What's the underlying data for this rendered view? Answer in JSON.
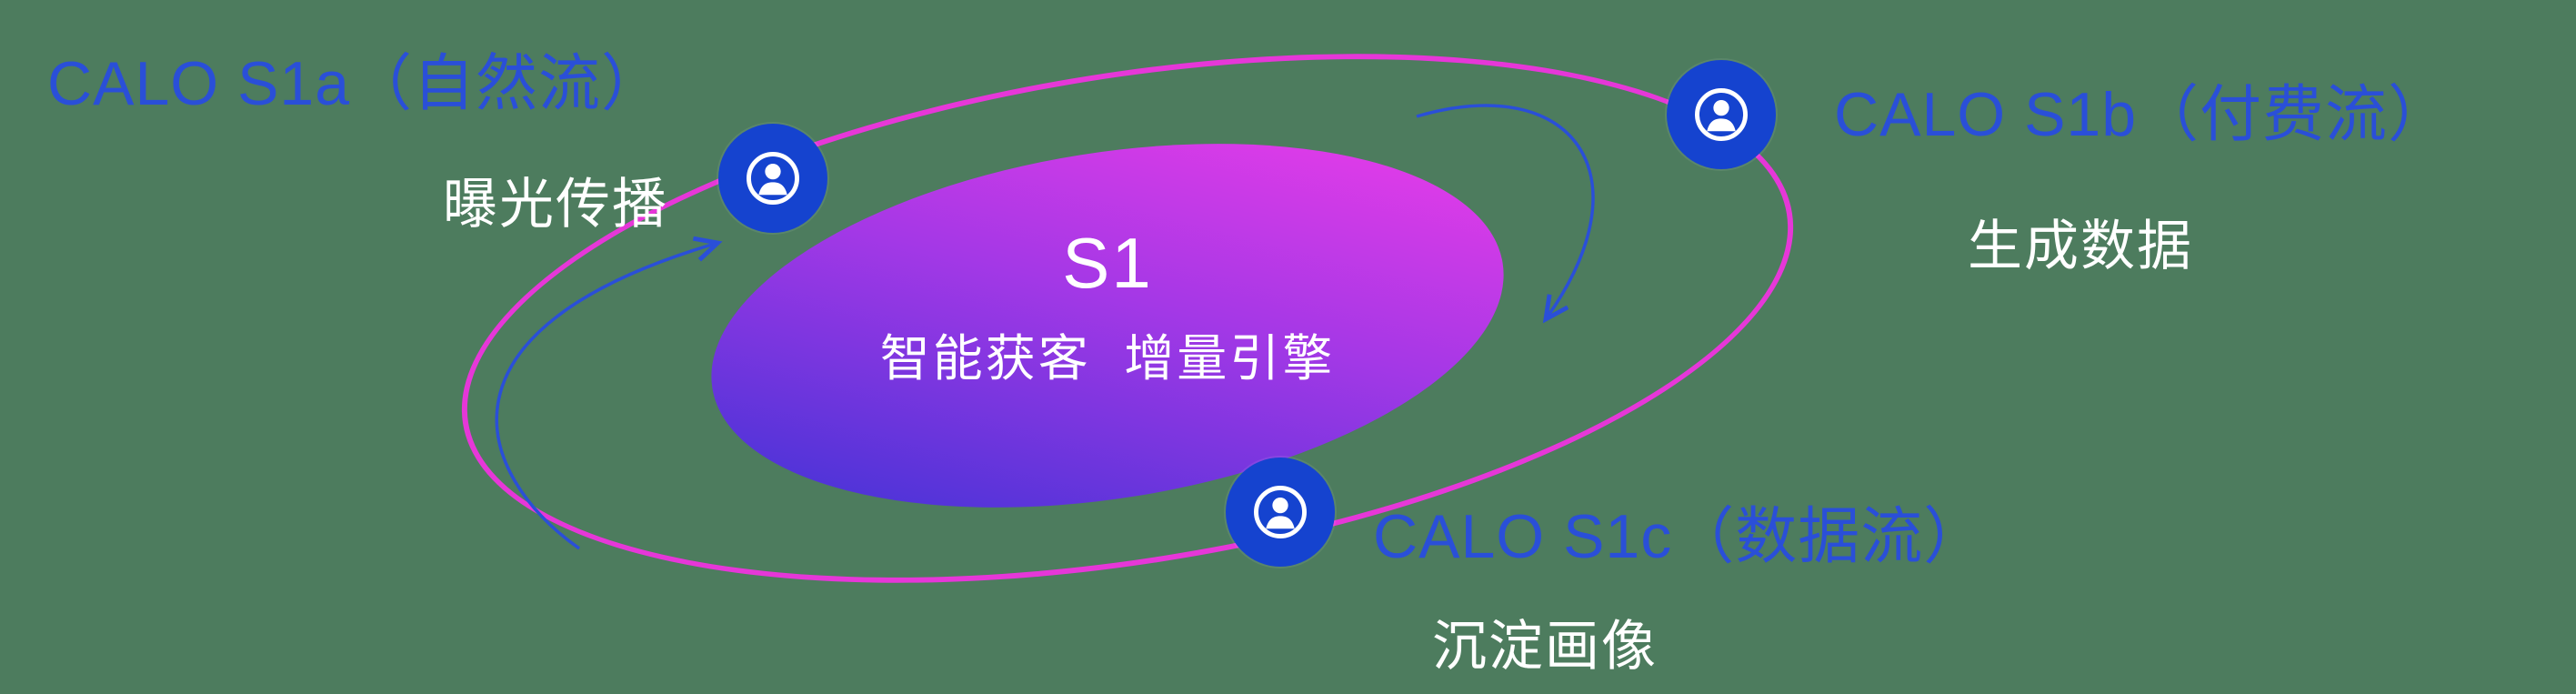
{
  "diagram": {
    "type": "orbit-diagram",
    "background_color": "#4d7c5e",
    "colors": {
      "orbit_ring": "#e637d8",
      "node_fill": "#1543cf",
      "heading_blue": "#2a4fd8",
      "arrow_blue": "#2a4fd8",
      "core_gradient_start": "#4433d6",
      "core_gradient_mid": "#a438e6",
      "core_gradient_end": "#e83ce8",
      "text_white": "#ffffff"
    },
    "center": {
      "title": "S1",
      "subtitle": "智能获客  增量引擎"
    },
    "nodes": [
      {
        "id": "s1a",
        "icon": "user-circle-icon",
        "label": "CALO S1a（自然流）",
        "sublabel": "曝光传播"
      },
      {
        "id": "s1b",
        "icon": "user-circle-icon",
        "label": "CALO S1b（付费流）",
        "sublabel": "生成数据"
      },
      {
        "id": "s1c",
        "icon": "user-circle-icon",
        "label": "CALO S1c（数据流）",
        "sublabel": "沉淀画像"
      }
    ],
    "arrows": [
      {
        "id": "left-flow-arrow",
        "description": "curved arrow rising toward S1a node"
      },
      {
        "id": "right-flow-arrow",
        "description": "curved arrow descending from S1b toward core"
      }
    ]
  }
}
